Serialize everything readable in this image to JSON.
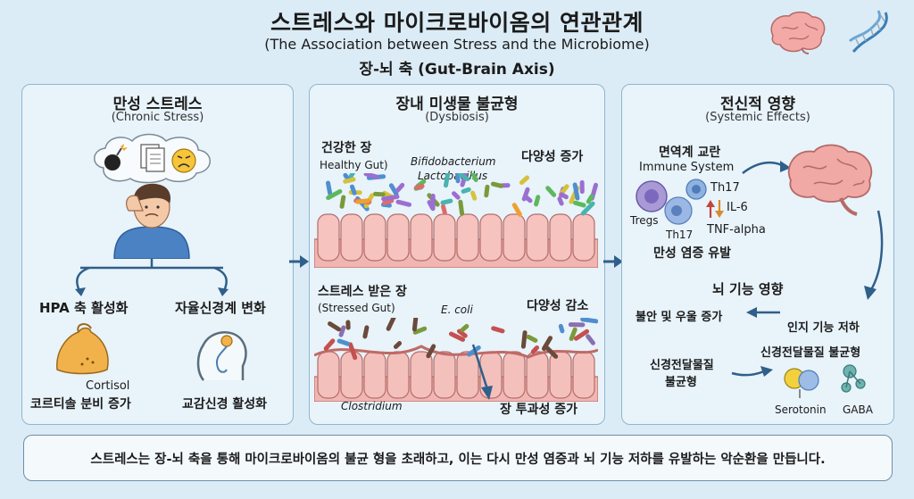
{
  "header": {
    "title": "스트레스와 마이크로바이옴의 연관관계",
    "subtitle": "(The Association between Stress and the Microbiome)",
    "axis": "장-뇌 축 (Gut-Brain Axis)"
  },
  "panel1": {
    "title": "만성 스트레스",
    "subtitle": "(Chronic Stress)",
    "hpa_title": "HPA 축 활성화",
    "hormone": "Cortisol",
    "hpa_result": "코르티솔 분비 증가",
    "ans_title": "자율신경계 변화",
    "ans_result": "교감신경 활성화"
  },
  "panel2": {
    "title": "장내 미생물 불균형",
    "subtitle": "(Dysbiosis)",
    "healthy_ko": "건강한 장",
    "healthy_en": "Healthy Gut)",
    "bacteria1": "Bifidobacterium",
    "bacteria2": "Lactobacillus",
    "diversity_up": "다양성 증가",
    "stressed_ko": "스트레스 받은 장",
    "stressed_en": "(Stressed Gut)",
    "bacteria3": "E. coli",
    "diversity_down": "다양성 감소",
    "bacteria4": "Clostridium",
    "permeability": "장 투과성 증가"
  },
  "panel3": {
    "title": "전신적 영향",
    "subtitle": "(Systemic Effects)",
    "immune_ko": "면역계 교란",
    "immune_en": "Immune System",
    "cell1": "Th17",
    "cell2": "Tregs",
    "cell3": "Th17",
    "cytokine1": "IL-6",
    "cytokine2": "TNF-alpha",
    "inflammation": "만성 염증 유발",
    "brain_title": "뇌 기능 영향",
    "anxiety": "불안 및 우울 증가",
    "cognitive": "인지 기능 저하",
    "nt_left": "신경전달물질",
    "nt_left2": "불균형",
    "nt_right": "신경전달물질 불균형",
    "serotonin": "Serotonin",
    "gaba": "GABA"
  },
  "footer": {
    "summary": "스트레스는 장-뇌 축을 통해 마이크로바이옴의 불균 형을 초래하고, 이는 다시 만성 염증과 뇌 기능 저하를 유발하는 악순환을 만듭니다."
  },
  "colors": {
    "background": "#dcecf6",
    "panel": "#e8f3fa",
    "panel_border": "#8fb6cf",
    "arrow": "#2f5f8a",
    "gut_tissue": "#f2b6b2",
    "brain": "#f0a9a4"
  },
  "icons": [
    "brain-icon",
    "dna-icon",
    "stressed-person-icon",
    "bomb-icon",
    "documents-icon",
    "angry-face-icon",
    "adrenal-gland-icon",
    "head-nerve-icon",
    "immune-cell-icon",
    "neurotransmitter-icon"
  ]
}
